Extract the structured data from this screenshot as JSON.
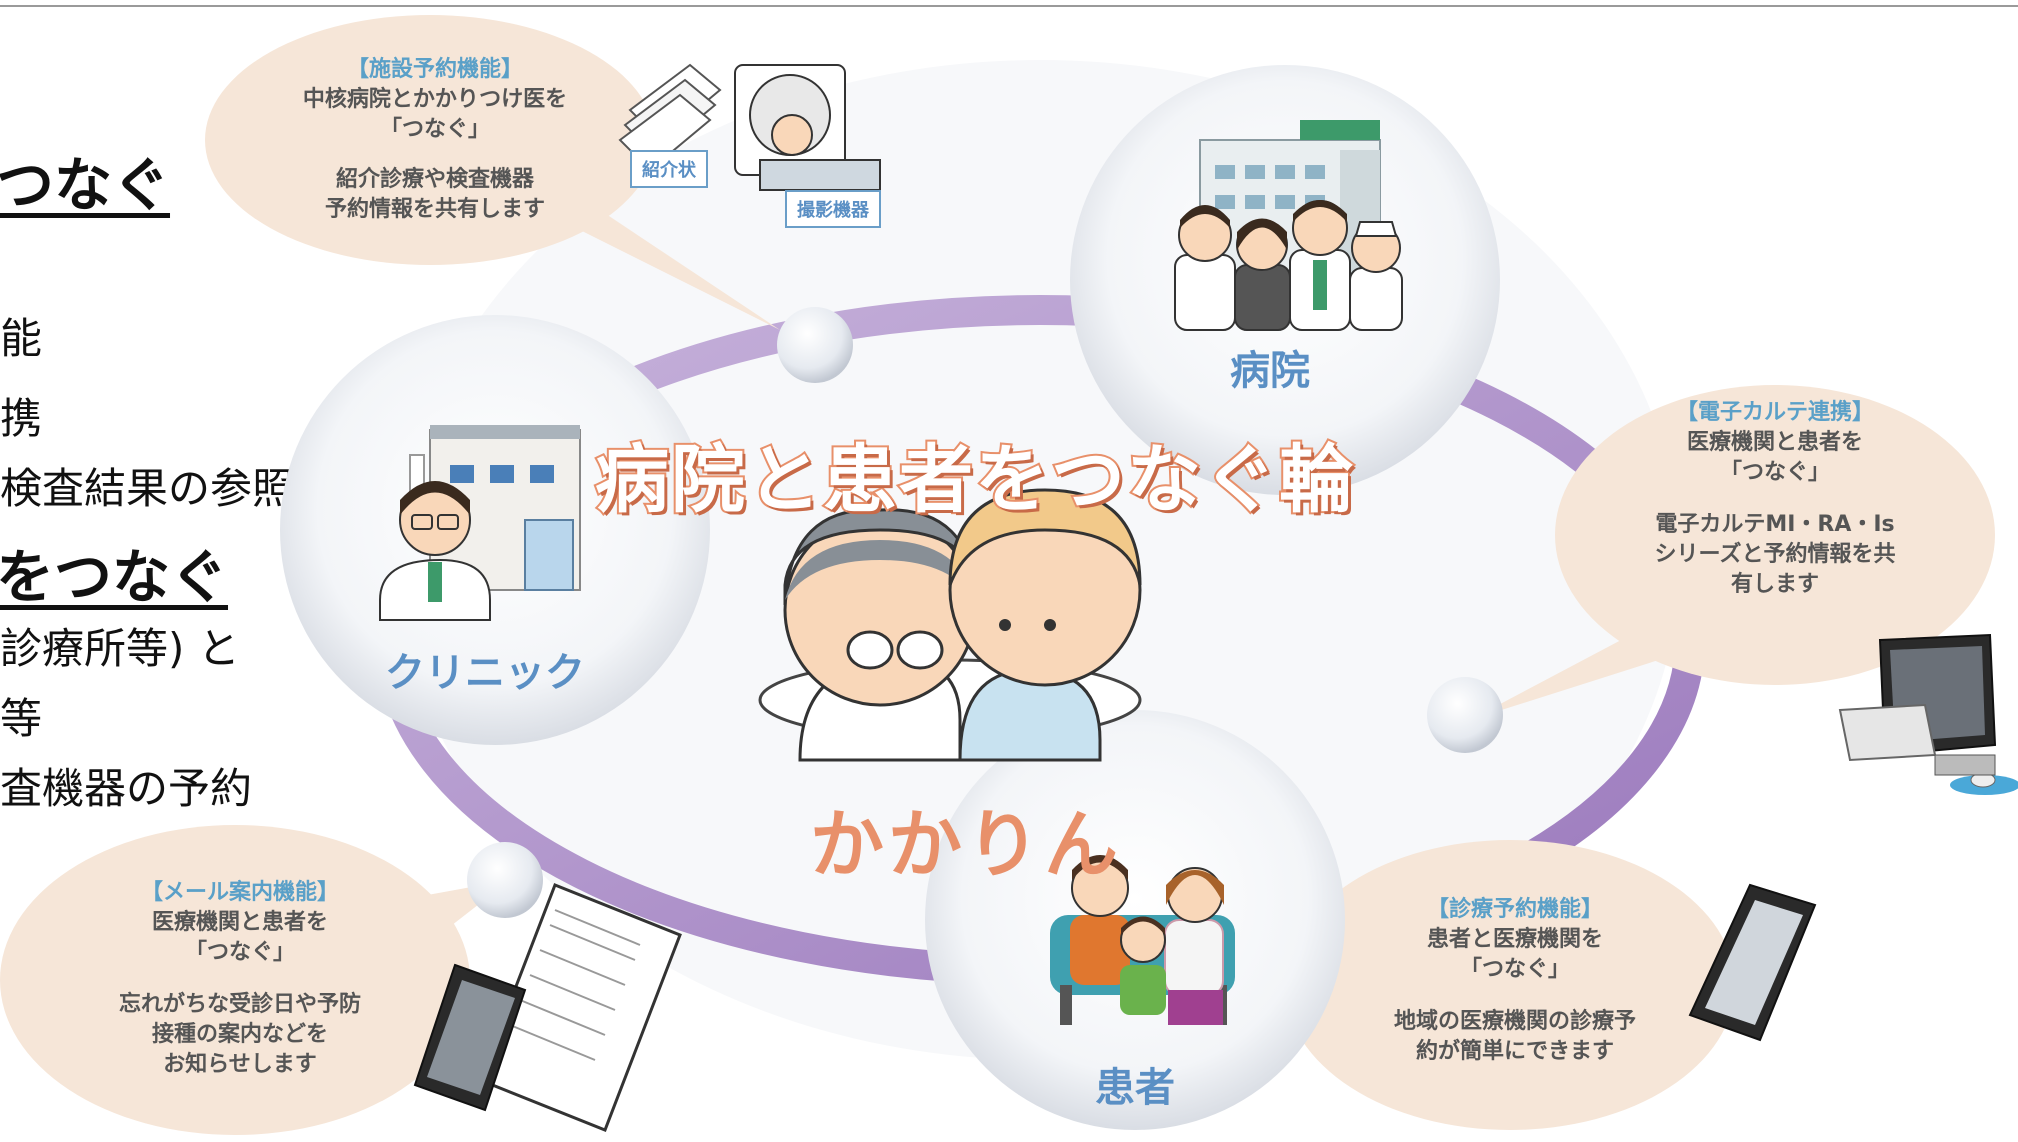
{
  "left_text": {
    "l1": "つなぐ",
    "l2": "能",
    "l3": "携",
    "l4": "検査結果の参照)",
    "l5": "をつなぐ",
    "l6": "診療所等) と",
    "l7": "等",
    "l8": "査機器の予約"
  },
  "center": {
    "title": "病院と患者をつなぐ輪",
    "brand": "かかりん"
  },
  "circles": {
    "hospital": "病院",
    "clinic": "クリニック",
    "patient": "患者"
  },
  "tags": {
    "referral": "紹介状",
    "imaging": "撮影機器"
  },
  "bubbles": {
    "facility": {
      "title": "【施設予約機能】",
      "line1": "中核病院とかかりつけ医を",
      "line2": "「つなぐ」",
      "line3": "紹介診療や検査機器",
      "line4": "予約情報を共有します"
    },
    "ehr": {
      "title": "【電子カルテ連携】",
      "line1": "医療機関と患者を",
      "line2": "「つなぐ」",
      "line3": "電子カルテMI・RA・Is",
      "line4": "シリーズと予約情報を共",
      "line5": "有します"
    },
    "mail": {
      "title": "【メール案内機能】",
      "line1": "医療機関と患者を",
      "line2": "「つなぐ」",
      "line3": "忘れがちな受診日や予防",
      "line4": "接種の案内などを",
      "line5": "お知らせします"
    },
    "appointment": {
      "title": "【診療予約機能】",
      "line1": "患者と医療機関を",
      "line2": "「つなぐ」",
      "line3": "地域の医療機関の診療予",
      "line4": "約が簡単にできます"
    }
  },
  "colors": {
    "bubble_fill": "#f6e6d8",
    "ring": "#a98bc4",
    "title_blue": "#5aa0c8",
    "brand_orange": "#e8906a"
  }
}
